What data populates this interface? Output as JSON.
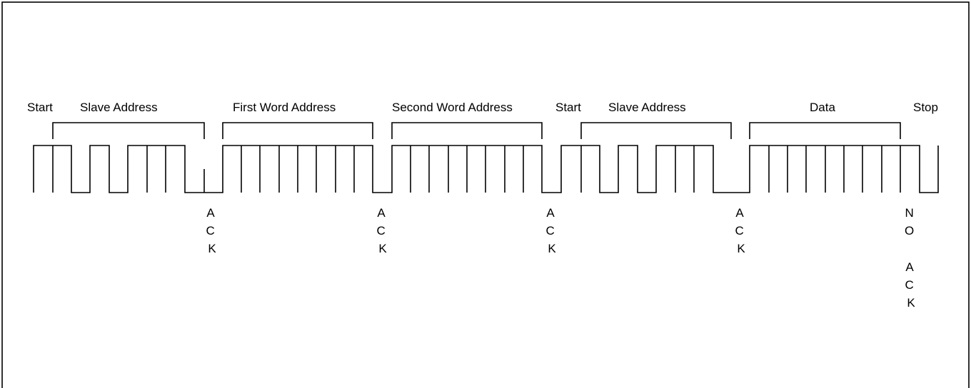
{
  "diagram": {
    "section_labels": [
      {
        "id": "start-1",
        "text": "Start"
      },
      {
        "id": "slave-address-1",
        "text": "Slave Address"
      },
      {
        "id": "first-word-address",
        "text": "First Word Address"
      },
      {
        "id": "second-word-address",
        "text": "Second Word Address"
      },
      {
        "id": "start-2",
        "text": "Start"
      },
      {
        "id": "slave-address-2",
        "text": "Slave Address"
      },
      {
        "id": "data",
        "text": "Data"
      },
      {
        "id": "stop",
        "text": "Stop"
      }
    ],
    "ack_labels": [
      {
        "id": "ack-1",
        "chars": [
          "A",
          "C",
          "K"
        ]
      },
      {
        "id": "ack-2",
        "chars": [
          "A",
          "C",
          "K"
        ]
      },
      {
        "id": "ack-3",
        "chars": [
          "A",
          "C",
          "K"
        ]
      },
      {
        "id": "ack-4",
        "chars": [
          "A",
          "C",
          "K"
        ]
      },
      {
        "id": "no-ack",
        "chars": [
          "N",
          "O",
          "",
          "A",
          "C",
          "K"
        ]
      }
    ]
  }
}
